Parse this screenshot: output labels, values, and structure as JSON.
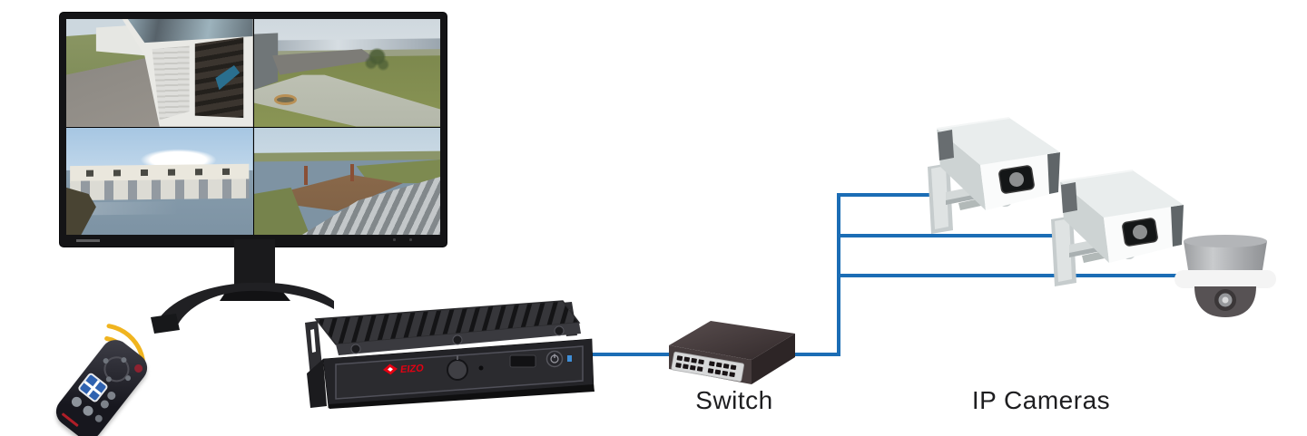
{
  "labels": {
    "switch": "Switch",
    "ip_cameras": "IP Cameras"
  },
  "devices": {
    "decoder_brand": "EIZO"
  },
  "colors": {
    "background": "#ffffff",
    "line_blue": "#1b6db5",
    "arc_yellow": "#f0b41f",
    "logo_red": "#e60012",
    "led_blue": "#3f8fd8",
    "label_text": "#1e1e20"
  }
}
